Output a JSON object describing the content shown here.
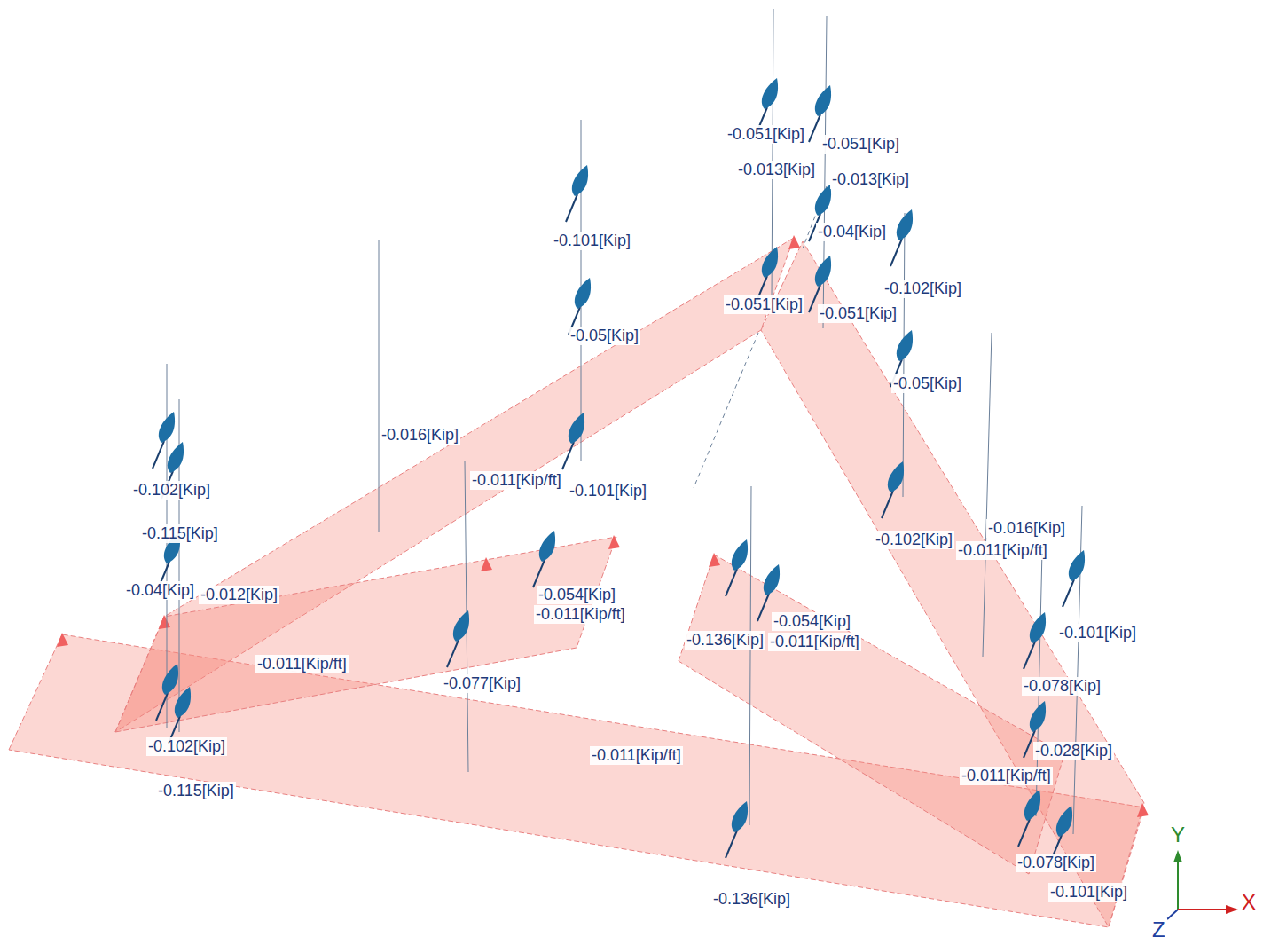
{
  "diagram": {
    "labels": [
      "-0.051[Kip]",
      "-0.051[Kip]",
      "-0.013[Kip]",
      "-0.013[Kip]",
      "-0.04[Kip]",
      "-0.101[Kip]",
      "-0.102[Kip]",
      "-0.051[Kip]",
      "-0.051[Kip]",
      "-0.05[Kip]",
      "-0.05[Kip]",
      "-0.016[Kip]",
      "-0.011[Kip/ft]",
      "-0.101[Kip]",
      "-0.102[Kip]",
      "-0.115[Kip]",
      "-0.016[Kip]",
      "-0.102[Kip]",
      "-0.011[Kip/ft]",
      "-0.04[Kip]",
      "-0.012[Kip]",
      "-0.054[Kip]",
      "-0.011[Kip/ft]",
      "-0.136[Kip]",
      "-0.054[Kip]",
      "-0.011[Kip/ft]",
      "-0.101[Kip]",
      "-0.011[Kip/ft]",
      "-0.077[Kip]",
      "-0.078[Kip]",
      "-0.102[Kip]",
      "-0.028[Kip]",
      "-0.011[Kip/ft]",
      "-0.011[Kip/ft]",
      "-0.115[Kip]",
      "-0.078[Kip]",
      "-0.101[Kip]",
      "-0.136[Kip]",
      "Y",
      "X",
      "Z"
    ]
  }
}
